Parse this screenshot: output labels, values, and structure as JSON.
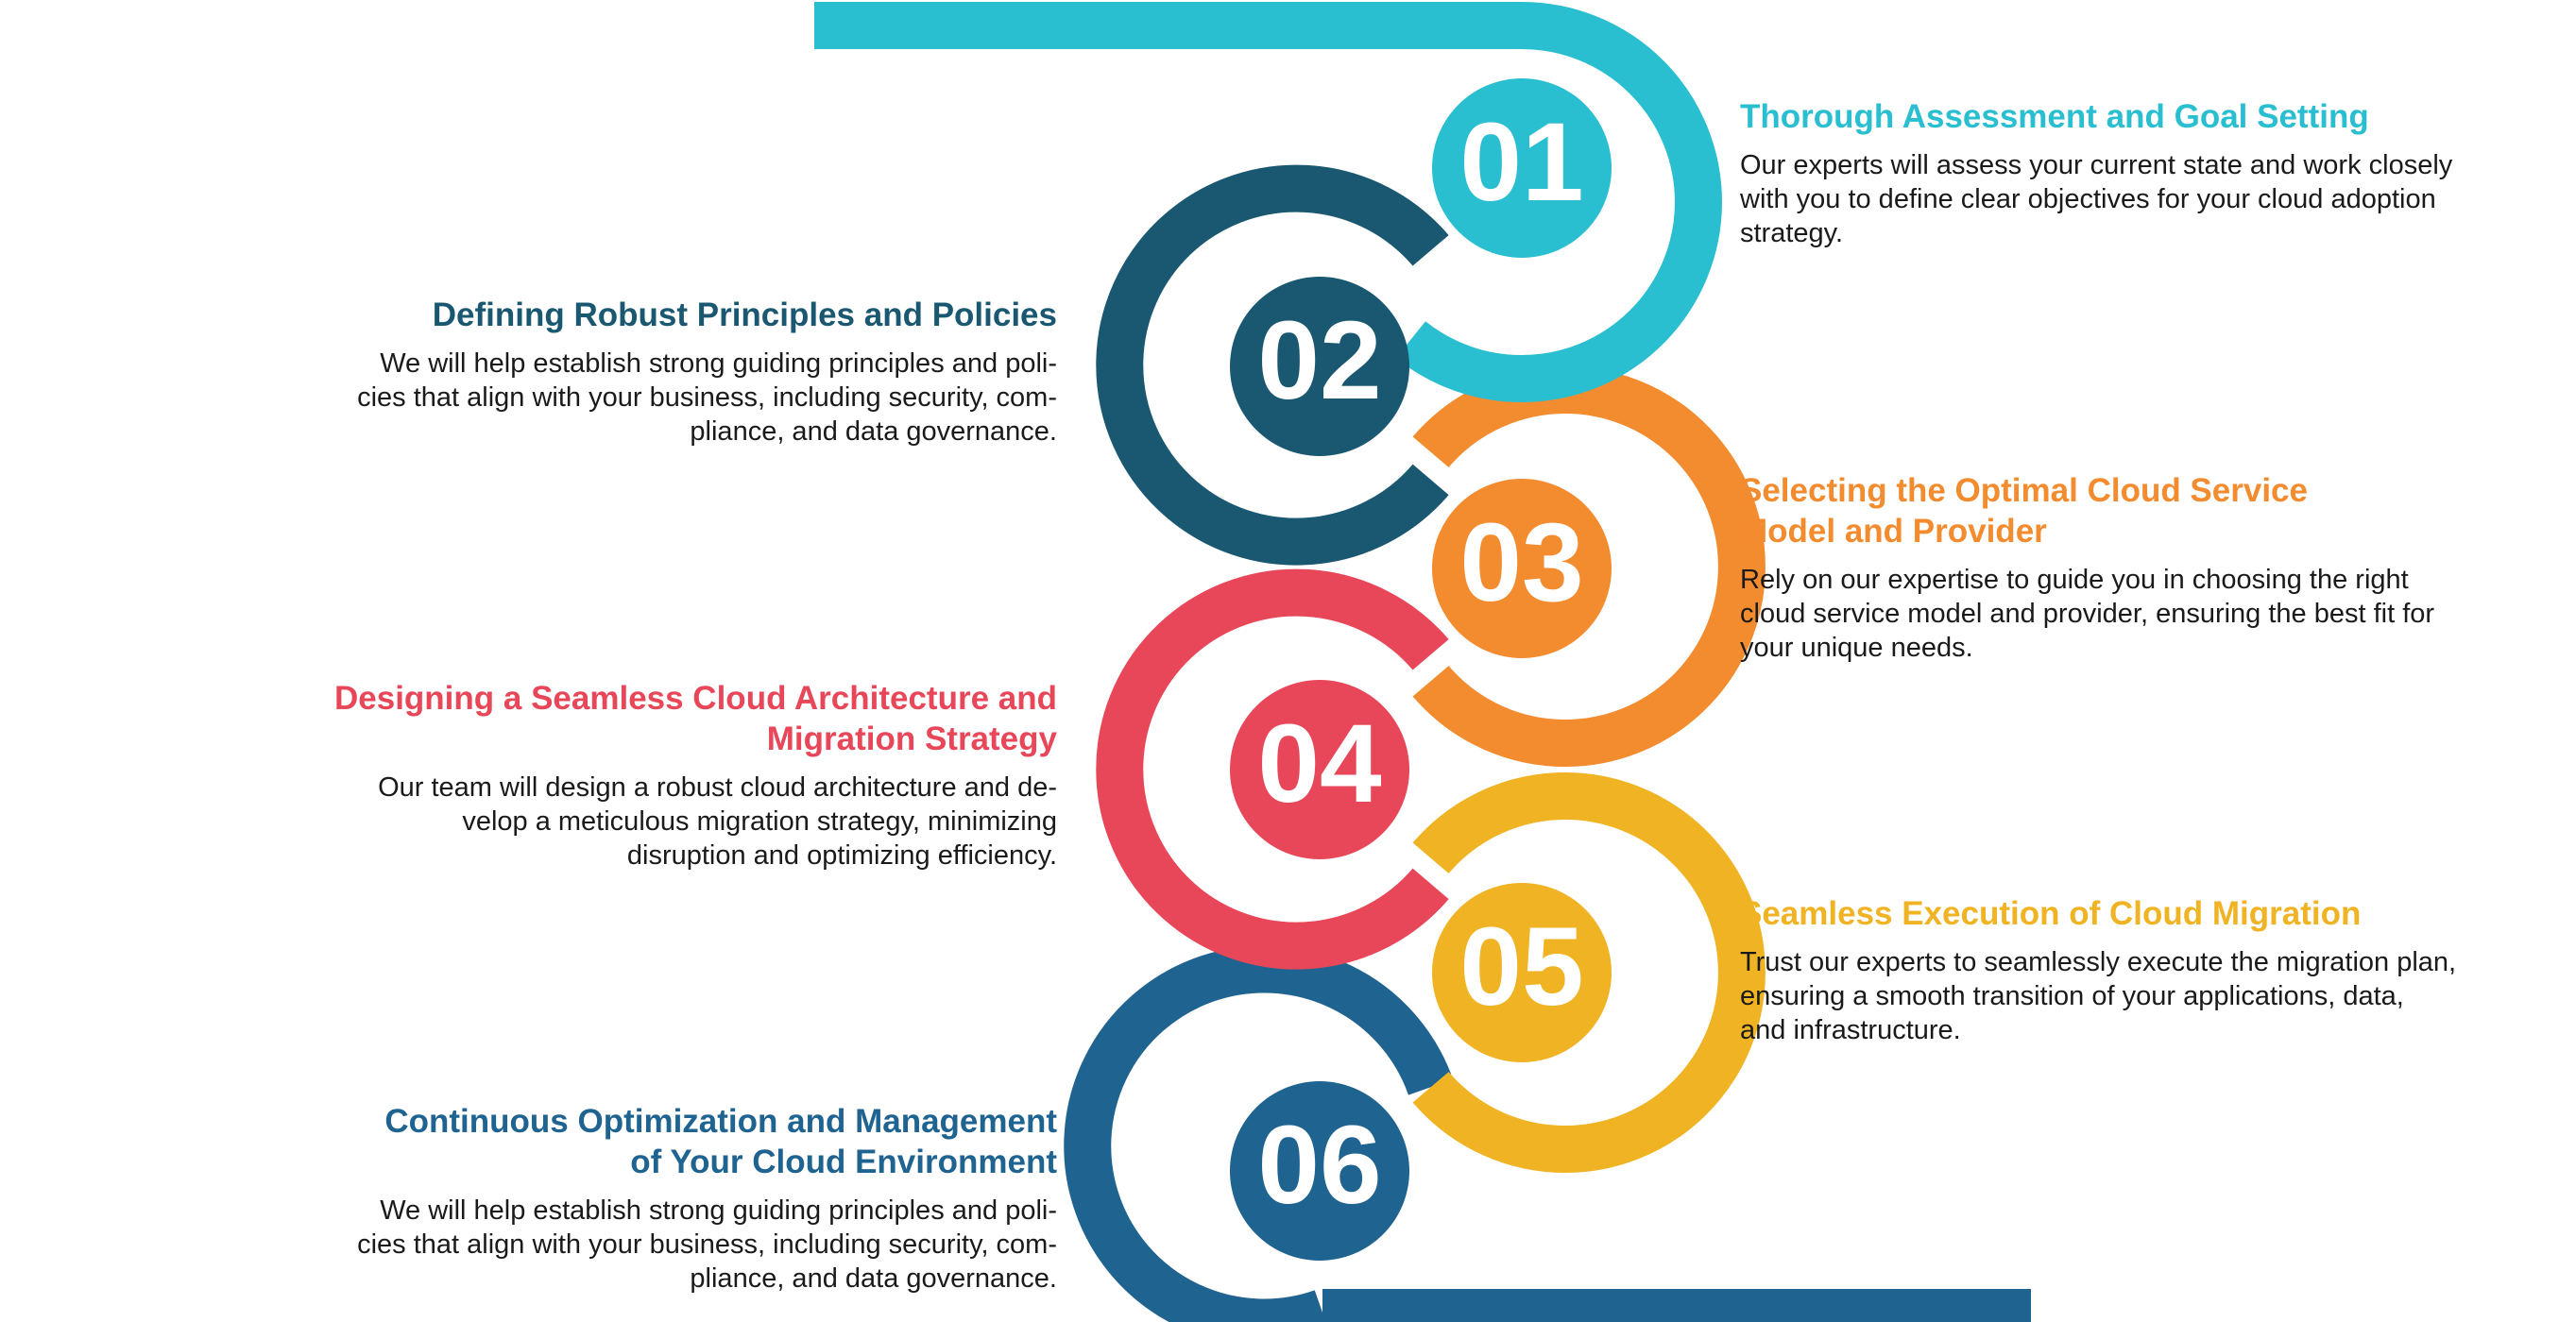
{
  "colors": {
    "step1": "#2ABFD0",
    "step2": "#1A5872",
    "step3": "#F38B2F",
    "step4": "#E84759",
    "step5": "#F0B323",
    "step6": "#1F6391",
    "description_text": "#1a1a1a"
  },
  "steps": [
    {
      "number": "01",
      "title": "Thorough Assessment and Goal Setting",
      "description": "Our experts will assess your current state and work closely\nwith you to define clear objectives for your cloud adoption\nstrategy."
    },
    {
      "number": "02",
      "title": "Defining Robust Principles and Policies",
      "description": "We will help establish strong guiding principles and poli-\ncies that align with your business, including security, com-\npliance, and data governance."
    },
    {
      "number": "03",
      "title": "Selecting the Optimal Cloud Service\nModel and Provider",
      "description": "Rely on our expertise to guide you in choosing the right\ncloud service model and provider, ensuring the best fit for\nyour unique needs."
    },
    {
      "number": "04",
      "title": "Designing a Seamless Cloud Architecture and\nMigration Strategy",
      "description": "Our team will design a robust cloud architecture and de-\nvelop a meticulous migration strategy, minimizing\ndisruption and optimizing efficiency."
    },
    {
      "number": "05",
      "title": "Seamless Execution of Cloud Migration",
      "description": "Trust our experts to seamlessly execute the migration plan,\nensuring a smooth transition of your applications, data,\nand infrastructure."
    },
    {
      "number": "06",
      "title": "Continuous Optimization and Management\nof Your Cloud Environment",
      "description": "We will help establish strong guiding principles and poli-\ncies that align with your business, including security, com-\npliance, and data governance."
    }
  ]
}
